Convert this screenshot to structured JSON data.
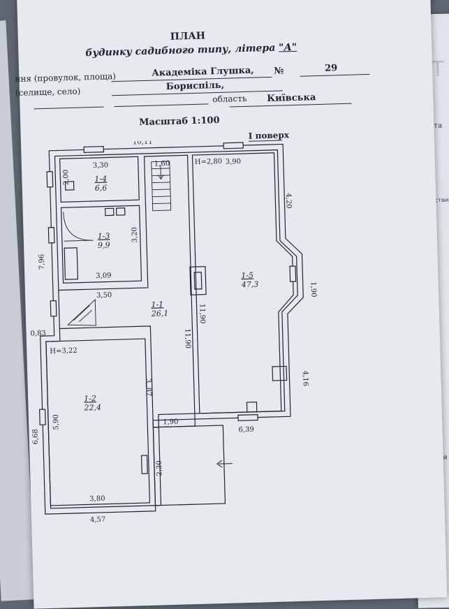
{
  "header": {
    "title": "ПЛАН",
    "subtitle_prefix": "будинку садибного типу,  літера ",
    "subtitle_letter": "\"А\"",
    "street_label": "ння (провулок, площа)",
    "street_value": "Академіка Глушка,",
    "number_label": "№",
    "number_value": "29",
    "town_label": "(селище, село)",
    "town_value": "Бориспіль,",
    "region_label": "область",
    "region_value": "Київська",
    "scale": "Масштаб 1:100",
    "floor": "І поверх"
  },
  "plan": {
    "dims": {
      "total_width": "10,11",
      "left_height": "7,96",
      "offset": "0,83",
      "bottom_left": "4,57",
      "bottom_right": "6,39",
      "right_top": "4,20",
      "bay": "1,90",
      "right_bottom": "4,16",
      "r14_width": "3,30",
      "r14_height": "2,00",
      "r13_height": "3,20",
      "r13_width": "3,09",
      "hall_width": "3,50",
      "hall_top": "1,60",
      "hall_long1": "11,90",
      "hall_long2": "11,90",
      "hall_small": "3,,87",
      "hall_bottom": "1,90",
      "porch_height": "2,30",
      "r12_height": "5,90",
      "r12_width": "3,80",
      "left_total": "6,68",
      "r15_width": "3,90"
    },
    "rooms": {
      "r14_code": "1-4",
      "r14_area": "6,6",
      "r13_code": "1-3",
      "r13_area": "9,9",
      "r11_code": "1-1",
      "r11_area": "26,1",
      "r12_code": "1-2",
      "r12_area": "22,4",
      "r15_code": "1-5",
      "r15_area": "47,3",
      "r15_height": "Н=2,80",
      "r12_height_lbl": "Н=3,22"
    }
  },
  "side_sheet": {
    "letters": "СТ",
    "word1": "печата",
    "word2": "ветствик",
    "mark": "я"
  }
}
